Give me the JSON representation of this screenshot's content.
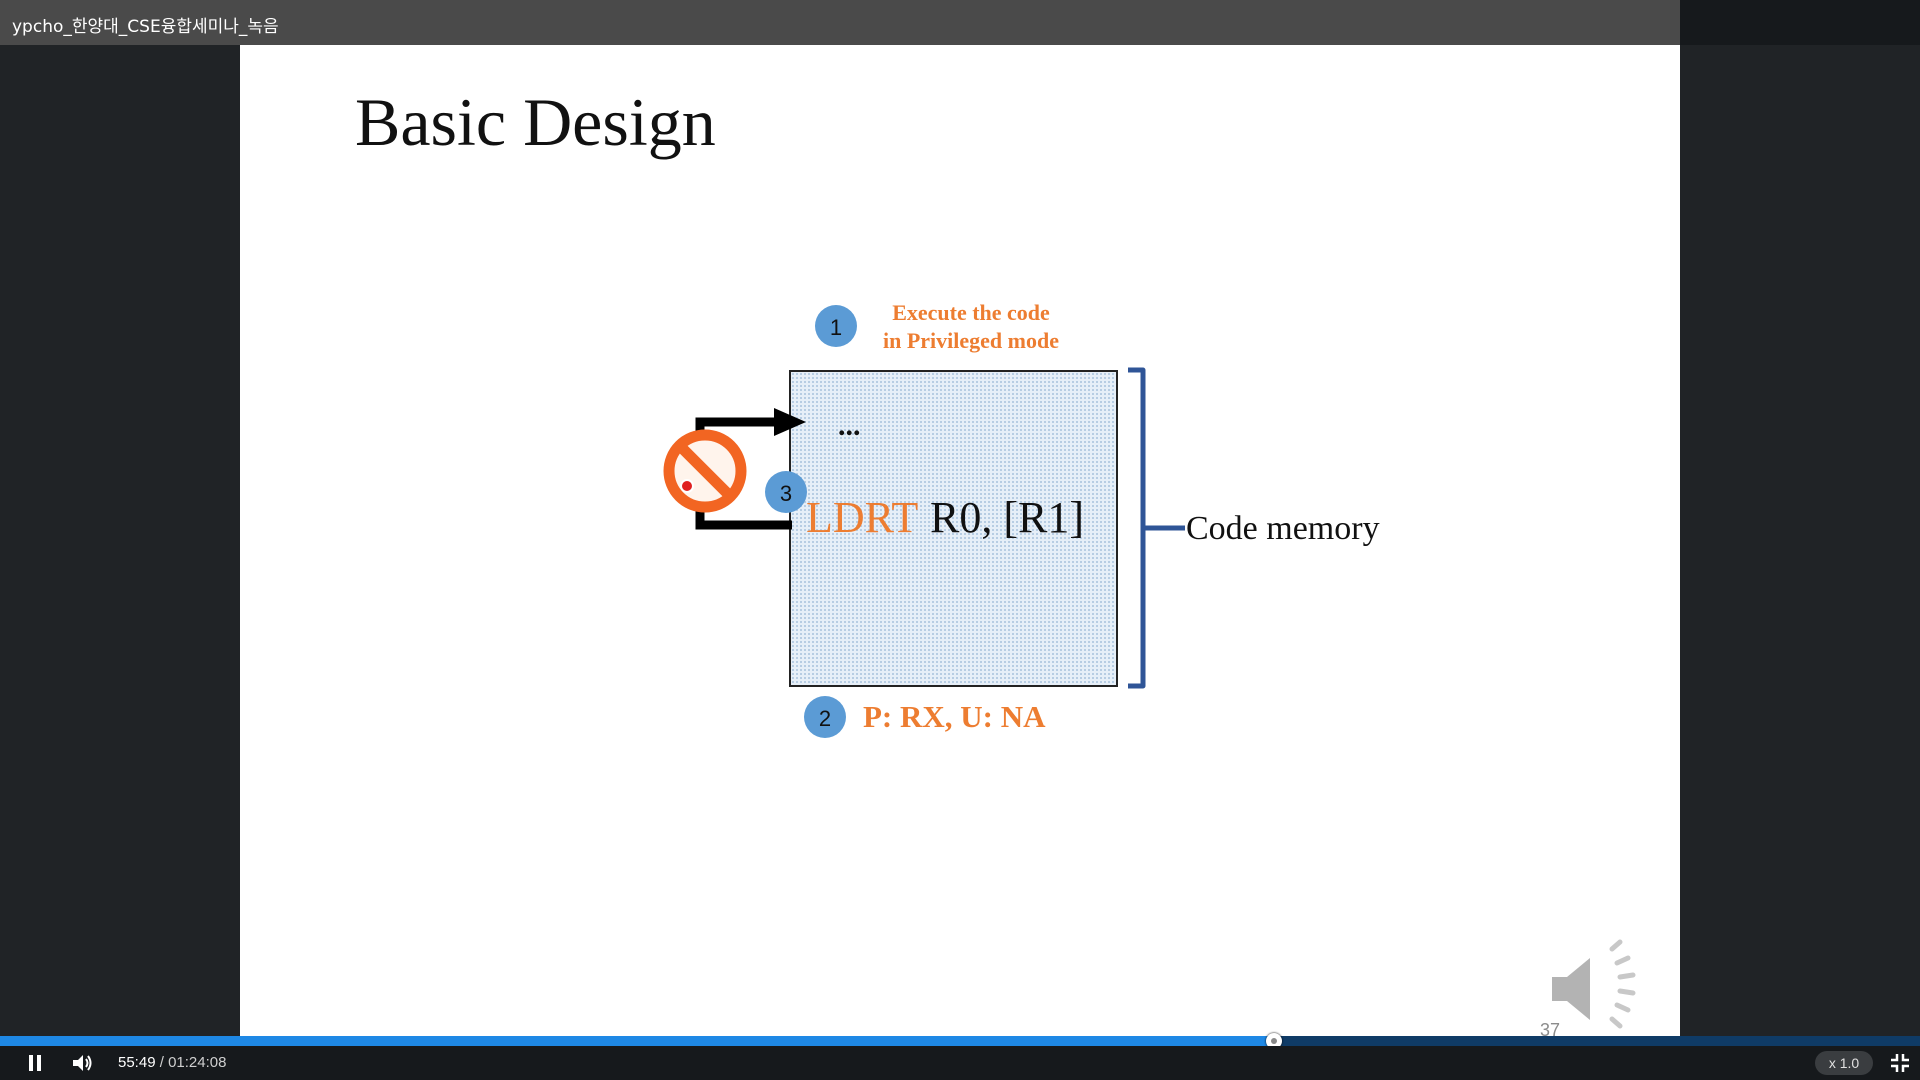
{
  "window": {
    "title": "ypcho_한양대_CSE융합세미나_녹음"
  },
  "slide": {
    "title": "Basic Design",
    "page_number": "37",
    "step1": {
      "number": "1",
      "line1": "Execute the code",
      "line2": "in Privileged mode"
    },
    "step2": {
      "number": "2",
      "text": "P: RX, U: NA"
    },
    "step3": {
      "number": "3"
    },
    "code_ellipsis": "...",
    "code_keyword": "LDRT",
    "code_operands": "R0, [R1]",
    "bracket_label": "Code memory",
    "colors": {
      "accent": "#ed7d31",
      "badge": "#5b9bd5",
      "bracket": "#2f5597",
      "box_fill": "#dae8f5",
      "block": "#f26522"
    }
  },
  "player": {
    "current_time": "55:49",
    "separator": " / ",
    "total_time": "01:24:08",
    "progress": 0.6634,
    "speed": "x 1.0",
    "colors": {
      "progress_fill": "#1e88e5",
      "progress_track": "#0f3b66"
    }
  }
}
